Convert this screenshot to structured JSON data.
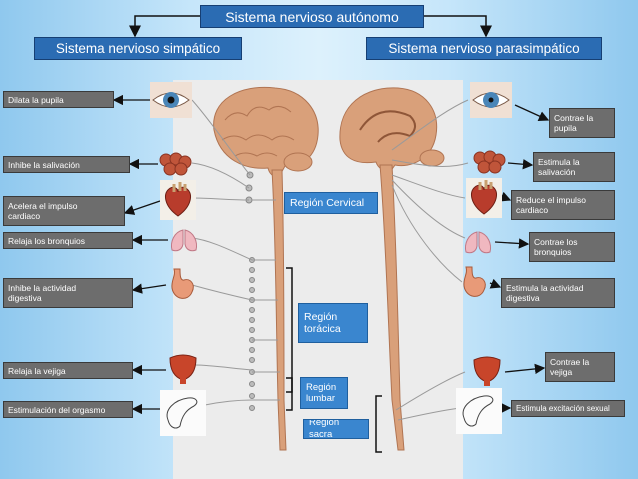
{
  "title": "Sistema nervioso autónomo",
  "sympathetic": {
    "title": "Sistema nervioso simpático",
    "effects": [
      "Dilata la pupila",
      "Inhibe la salivación",
      "Acelera el impulso\ncardiaco",
      "Relaja los bronquios",
      "Inhibe la actividad\ndigestiva",
      "Relaja la vejiga",
      "Estimulación del orgasmo"
    ]
  },
  "parasympathetic": {
    "title": "Sistema nervioso parasimpático",
    "effects": [
      "Contrae la\npupila",
      "Estimula la\nsalivación",
      "Reduce el impulso\ncardiaco",
      "Contrae los\nbronquios",
      "Estimula la actividad\ndigestiva",
      "Contrae la\nvejiga",
      "Estimula excitación sexual"
    ]
  },
  "regions": {
    "cervical": "Región Cervical",
    "thoracic": "Región\ntorácica",
    "lumbar": "Región\nlumbar",
    "sacral": "Región sacra"
  },
  "colors": {
    "header_blue": "#2b6cb3",
    "label_gray": "#6d6d6d",
    "nerve_tan": "#d9a07a",
    "background": "#c6e6fa"
  },
  "icons": [
    "eye-icon",
    "salivary-gland-icon",
    "heart-icon",
    "lungs-icon",
    "stomach-icon",
    "bladder-icon",
    "genitals-icon"
  ]
}
